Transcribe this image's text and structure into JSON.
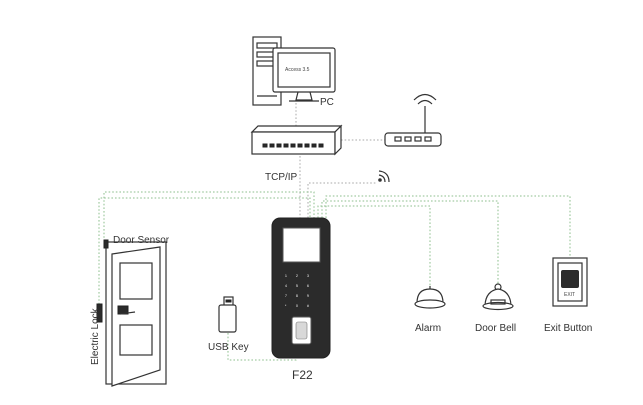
{
  "pc": {
    "screen_text": "Access 3.5",
    "label": "PC"
  },
  "network": {
    "link_label": "TCP/IP"
  },
  "device": {
    "label": "F22"
  },
  "labels": {
    "door_sensor": "Door Sensor",
    "electric_lock": "Electric Lock",
    "usb_key": "USB Key",
    "alarm": "Alarm",
    "door_bell": "Door Bell",
    "exit_button": "Exit Button",
    "exit_plate": "EXIT"
  },
  "keypad": [
    "1",
    "2",
    "3",
    "4",
    "5",
    "6",
    "7",
    "8",
    "9",
    "*",
    "0",
    "#"
  ],
  "colors": {
    "wiring": "#8dbf8d",
    "network": "#a9a9a9",
    "ink": "#333333",
    "device_body": "#2b2b2b"
  },
  "icons": [
    "computer-tower-icon",
    "monitor-icon",
    "network-switch-icon",
    "wifi-router-icon",
    "wireless-signal-icon",
    "door-icon",
    "usb-key-icon",
    "alarm-icon",
    "door-bell-icon",
    "exit-button-icon"
  ]
}
